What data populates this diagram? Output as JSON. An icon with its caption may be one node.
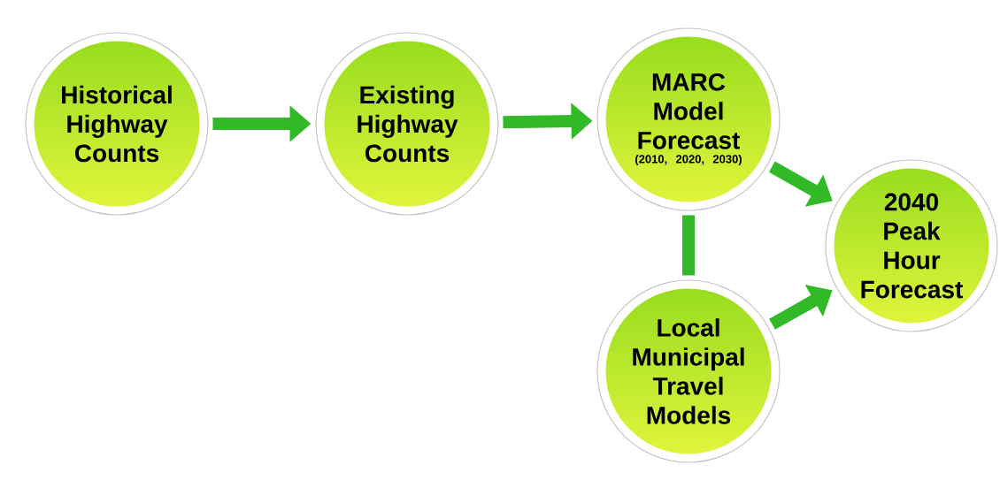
{
  "diagram": {
    "nodes": [
      {
        "text": [
          "Historical Highway Counts"
        ]
      },
      {
        "text": [
          "Existing Highway Counts"
        ]
      },
      {
        "text": [
          "MARC Model Forecast",
          "(2010, 2020, 2030)"
        ]
      },
      {
        "text": [
          "2040 Peak Hour Forecast"
        ]
      },
      {
        "text": [
          "Local Municipal Travel Models"
        ]
      }
    ],
    "edges": [
      {
        "from": 0,
        "to": 1,
        "arrow": "to"
      },
      {
        "from": 1,
        "to": 2,
        "arrow": "to"
      },
      {
        "from": 2,
        "to": 3,
        "arrow": "to"
      },
      {
        "from": 4,
        "to": 3,
        "arrow": "to"
      },
      {
        "from": 2,
        "to": 4,
        "arrow": "none"
      }
    ]
  }
}
